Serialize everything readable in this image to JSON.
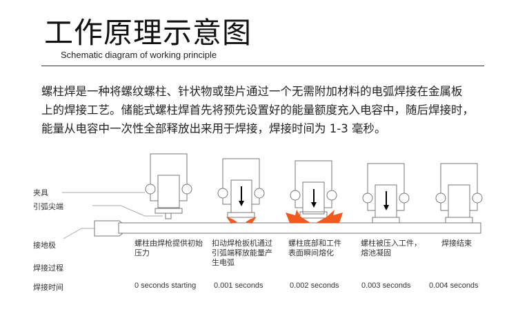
{
  "header": {
    "title": "工作原理示意图",
    "subtitle": "Schematic diagram of working principle"
  },
  "intro": {
    "lines": [
      "螺柱焊是一种将螺纹螺柱、针状物或垫片通过一个无需附加材料的电弧焊接在金属板",
      "上的焊接工艺。储能式螺柱焊首先将预先设置好的能量额度充入电容中，随后焊接时，",
      "能量从电容中一次性全部释放出来用于焊接，焊接时间为 1-3 毫秒。"
    ]
  },
  "labels": {
    "clamp": "夹具",
    "arc_tip": "引弧尖端",
    "ground": "接地极",
    "process": "焊接过程",
    "time": "焊接时间"
  },
  "steps": [
    {
      "desc": "螺柱由焊枪提供初始压力",
      "time": "0 seconds starting"
    },
    {
      "desc": "扣动焊枪扳机通过引弧端释放能量产生电弧",
      "time": "0.001 seconds"
    },
    {
      "desc": "螺柱底部和工件表面瞬间熔化",
      "time": "0.002 seconds"
    },
    {
      "desc": "螺柱被压入工件，熔池凝固",
      "time": "0.003 seconds"
    },
    {
      "desc": "焊接结束",
      "time": "0.004 seconds"
    }
  ],
  "colors": {
    "spark": "#f05a1e",
    "line": "#777777"
  }
}
